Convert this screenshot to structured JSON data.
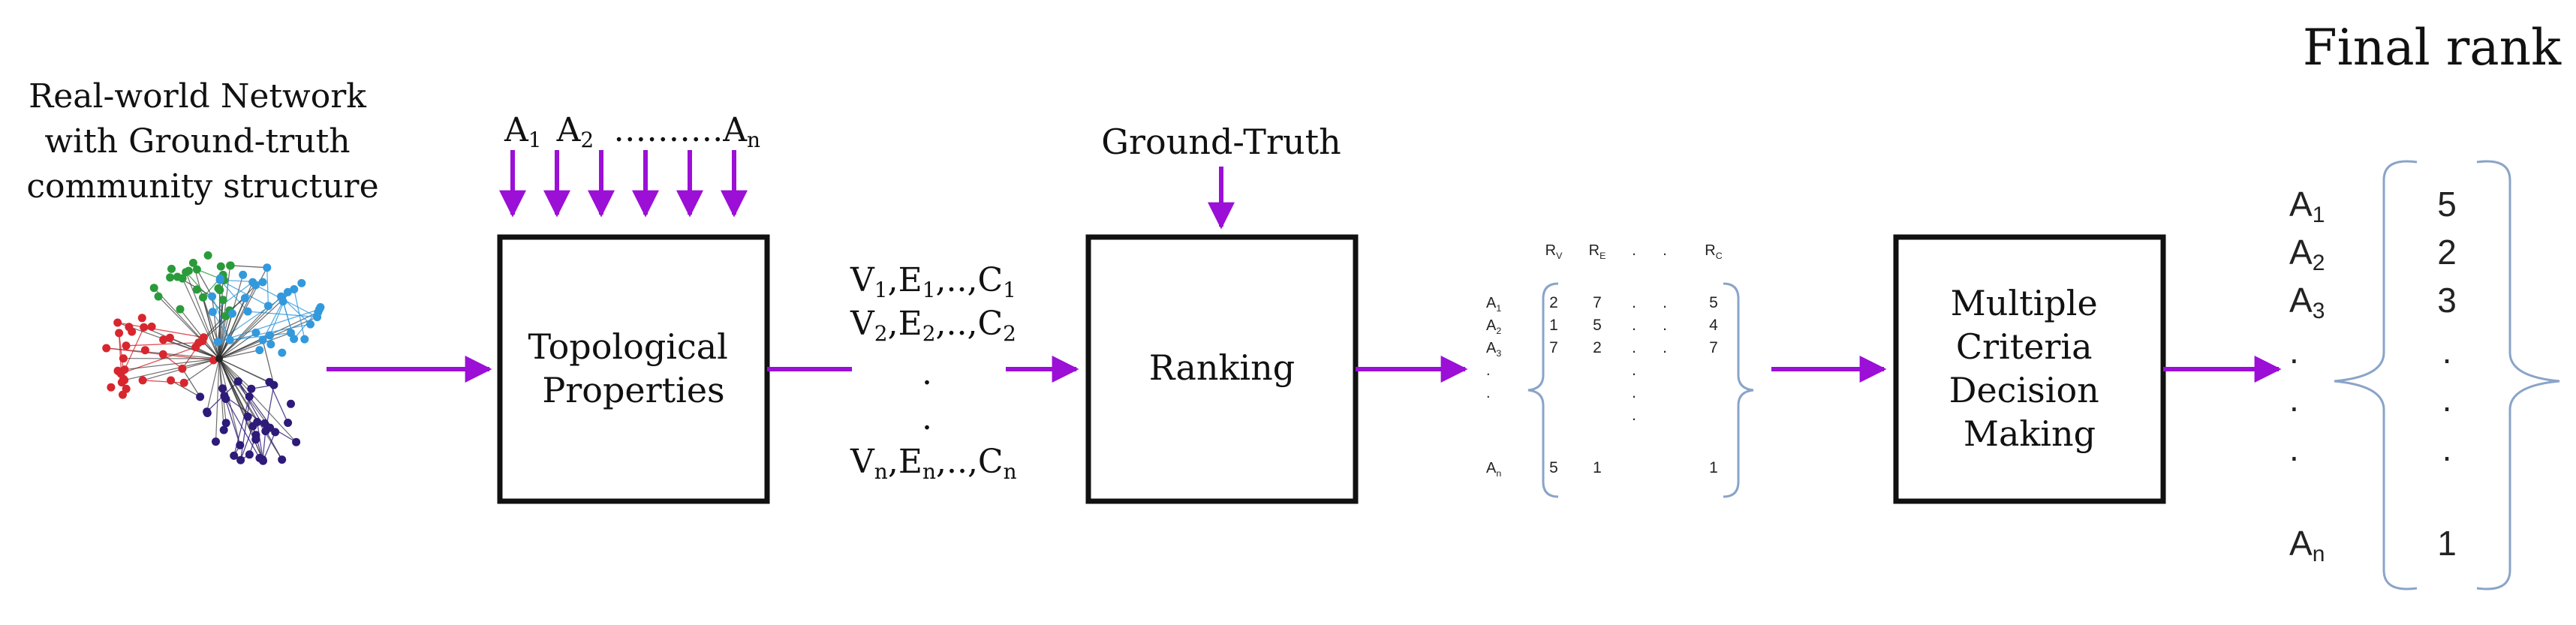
{
  "colors": {
    "arrow": "#9b0fd6",
    "box_border": "#111111",
    "brace": "#8aa4c8",
    "community_red": "#d8262e",
    "community_green": "#2a9b3a",
    "community_blue": "#3399dd",
    "community_purple": "#2e1a78"
  },
  "network": {
    "caption": [
      "Real-world Network",
      "with Ground-truth",
      "community structure"
    ]
  },
  "attributes_header": {
    "a1": "A",
    "s1": "1",
    "a2": "A",
    "s2": "2",
    "dots": "……….",
    "an": "A",
    "sn": "n"
  },
  "topological_box": {
    "lines": [
      "Topological",
      "Properties"
    ]
  },
  "properties_list": {
    "row1": {
      "v": "V",
      "vs": "1",
      "e": ",E",
      "es": "1",
      "c": ",..,C",
      "cs": "1"
    },
    "row2": {
      "v": "V",
      "vs": "2",
      "e": ",E",
      "es": "2",
      "c": ",..,C",
      "cs": "2"
    },
    "dot": ".",
    "rown": {
      "v": "V",
      "vs": "n",
      "e": ",E",
      "es": "n",
      "c": ",..,C",
      "cs": "n"
    }
  },
  "ground_truth_label": "Ground-Truth",
  "ranking_box": {
    "label": "Ranking"
  },
  "ranking_matrix": {
    "col_headers": [
      {
        "main": "R",
        "sub": "V"
      },
      {
        "main": "R",
        "sub": "E"
      },
      {
        "main": "."
      },
      {
        "main": "."
      },
      {
        "main": "R",
        "sub": "C"
      }
    ],
    "row_labels": [
      {
        "main": "A",
        "sub": "1"
      },
      {
        "main": "A",
        "sub": "2"
      },
      {
        "main": "A",
        "sub": "3"
      },
      {
        "main": "."
      },
      {
        "main": "."
      },
      {
        "main": "A",
        "sub": "n"
      }
    ],
    "rows": [
      [
        "2",
        "7",
        ".",
        ".",
        "5"
      ],
      [
        "1",
        "5",
        ".",
        ".",
        "4"
      ],
      [
        "7",
        "2",
        ".",
        ".",
        "7"
      ],
      [
        "",
        "",
        ".",
        "",
        ""
      ],
      [
        "",
        "",
        ".",
        "",
        ""
      ],
      [
        "",
        "",
        ".",
        "",
        ""
      ],
      [
        "5",
        "1",
        "",
        "",
        "1"
      ]
    ]
  },
  "mcdm_box": {
    "lines": [
      "Multiple",
      "Criteria",
      "Decision",
      "Making"
    ]
  },
  "final_rank": {
    "title": "Final rank",
    "items": [
      {
        "alt": "A",
        "sub": "1",
        "rank": "5"
      },
      {
        "alt": "A",
        "sub": "2",
        "rank": "2"
      },
      {
        "alt": "A",
        "sub": "3",
        "rank": "3"
      },
      {
        "alt": ".",
        "sub": "",
        "rank": "."
      },
      {
        "alt": ".",
        "sub": "",
        "rank": "."
      },
      {
        "alt": ".",
        "sub": "",
        "rank": "."
      },
      {
        "alt": "A",
        "sub": "n",
        "rank": "1"
      }
    ]
  }
}
